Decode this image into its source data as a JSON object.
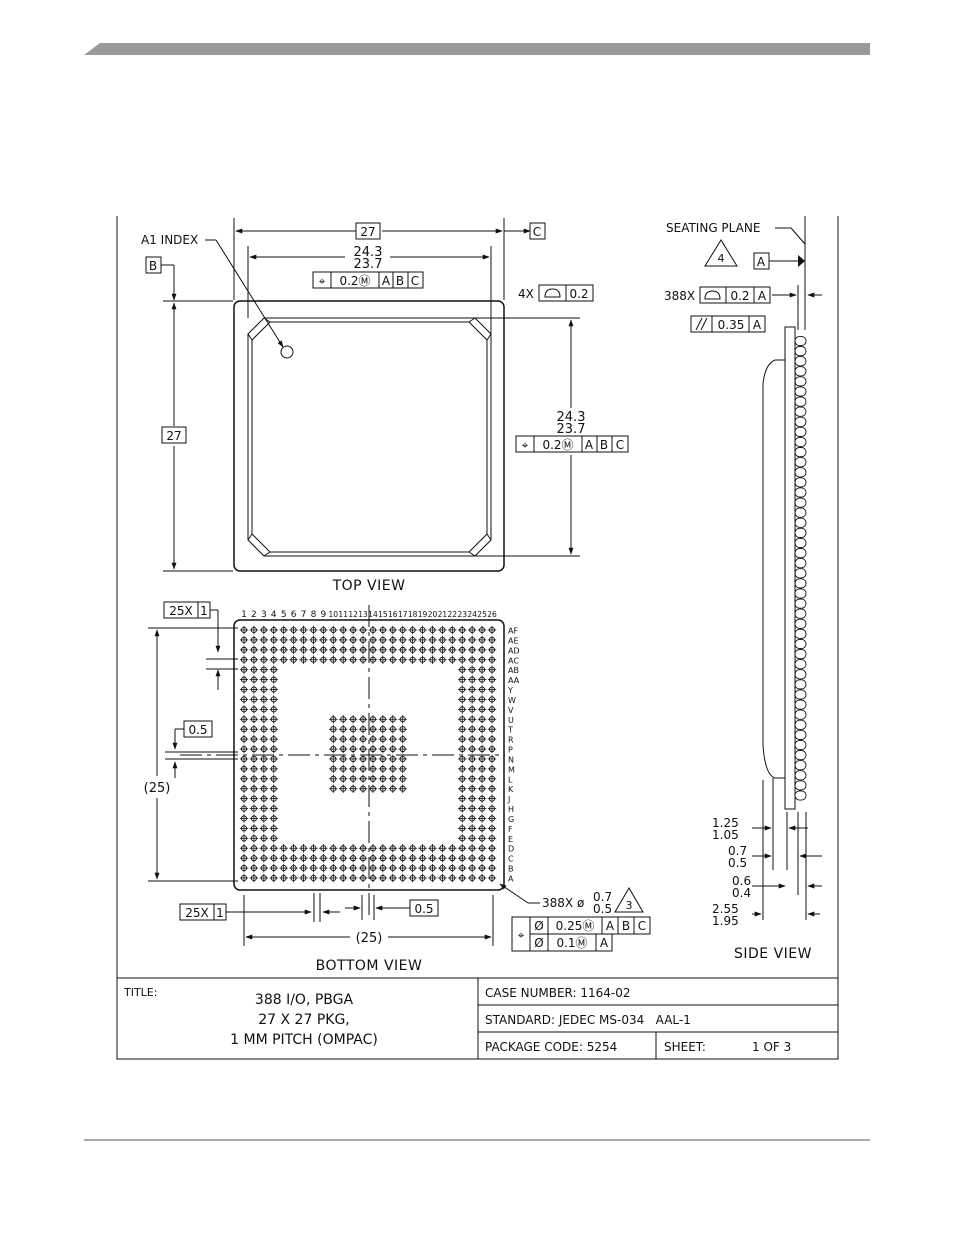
{
  "top_view": {
    "width_dim": "27",
    "datum_c": "C",
    "inner_max": "24.3",
    "inner_min": "23.7",
    "fcf_horizontal": [
      "⌖",
      "0.2Ⓜ",
      "A",
      "B",
      "C"
    ],
    "a1_label": "A1 INDEX",
    "datum_b": "B",
    "height_dim": "27",
    "profile_note": "4X",
    "profile_value": "0.2",
    "right_inner_max": "24.3",
    "right_inner_min": "23.7",
    "fcf_vertical": [
      "⌖",
      "0.2Ⓜ",
      "A",
      "B",
      "C"
    ],
    "caption": "TOP VIEW"
  },
  "bottom_view": {
    "column_numbers": [
      "1",
      "2",
      "3",
      "4",
      "5",
      "6",
      "7",
      "8",
      "9",
      "10",
      "11",
      "12",
      "13",
      "14",
      "15",
      "16",
      "17",
      "18",
      "19",
      "20",
      "21",
      "22",
      "23",
      "24",
      "25",
      "26"
    ],
    "row_letters": [
      "AF",
      "AE",
      "AD",
      "AC",
      "AB",
      "AA",
      "Y",
      "W",
      "V",
      "U",
      "T",
      "R",
      "P",
      "N",
      "M",
      "L",
      "K",
      "J",
      "H",
      "G",
      "F",
      "E",
      "D",
      "C",
      "B",
      "A"
    ],
    "pitch_note_top": "25X",
    "pitch_value_top": "1",
    "offset_left": "0.5",
    "span_vertical": "(25)",
    "pitch_note_bottom": "25X",
    "pitch_value_bottom": "1",
    "offset_bottom": "0.5",
    "span_horizontal": "(25)",
    "ball_count_note": "388X",
    "ball_dia_max": "0.7",
    "ball_dia_min": "0.5",
    "ball_note_ref": "3",
    "ball_fcf_row1": [
      "⌖",
      "Ø",
      "0.25Ⓜ",
      "A",
      "B",
      "C"
    ],
    "ball_fcf_row2": [
      "Ø",
      "0.1Ⓜ",
      "A"
    ],
    "caption": "BOTTOM VIEW"
  },
  "side_view": {
    "seating_plane": "SEATING PLANE",
    "seating_note_ref": "4",
    "datum_a": "A",
    "coplanarity_note": "388X",
    "coplanarity_value": "0.2",
    "coplanarity_datum": "A",
    "parallel_value": "0.35",
    "parallel_datum": "A",
    "dim1_max": "1.25",
    "dim1_min": "1.05",
    "dim2_max": "0.7",
    "dim2_min": "0.5",
    "dim3_max": "0.6",
    "dim3_min": "0.4",
    "dim4_max": "2.55",
    "dim4_min": "1.95",
    "caption": "SIDE VIEW"
  },
  "title_block": {
    "title_label": "TITLE:",
    "title_line1": "388 I/O, PBGA",
    "title_line2": "27 X 27 PKG,",
    "title_line3": "1 MM PITCH (OMPAC)",
    "case_number": "CASE NUMBER: 1164-02",
    "standard": "STANDARD: JEDEC MS-034   AAL-1",
    "package_code": "PACKAGE CODE: 5254",
    "sheet_label": "SHEET:",
    "sheet_value": "1 OF 3"
  },
  "colors": {
    "ink": "#111111",
    "header_bar": "#9a9a9a"
  }
}
